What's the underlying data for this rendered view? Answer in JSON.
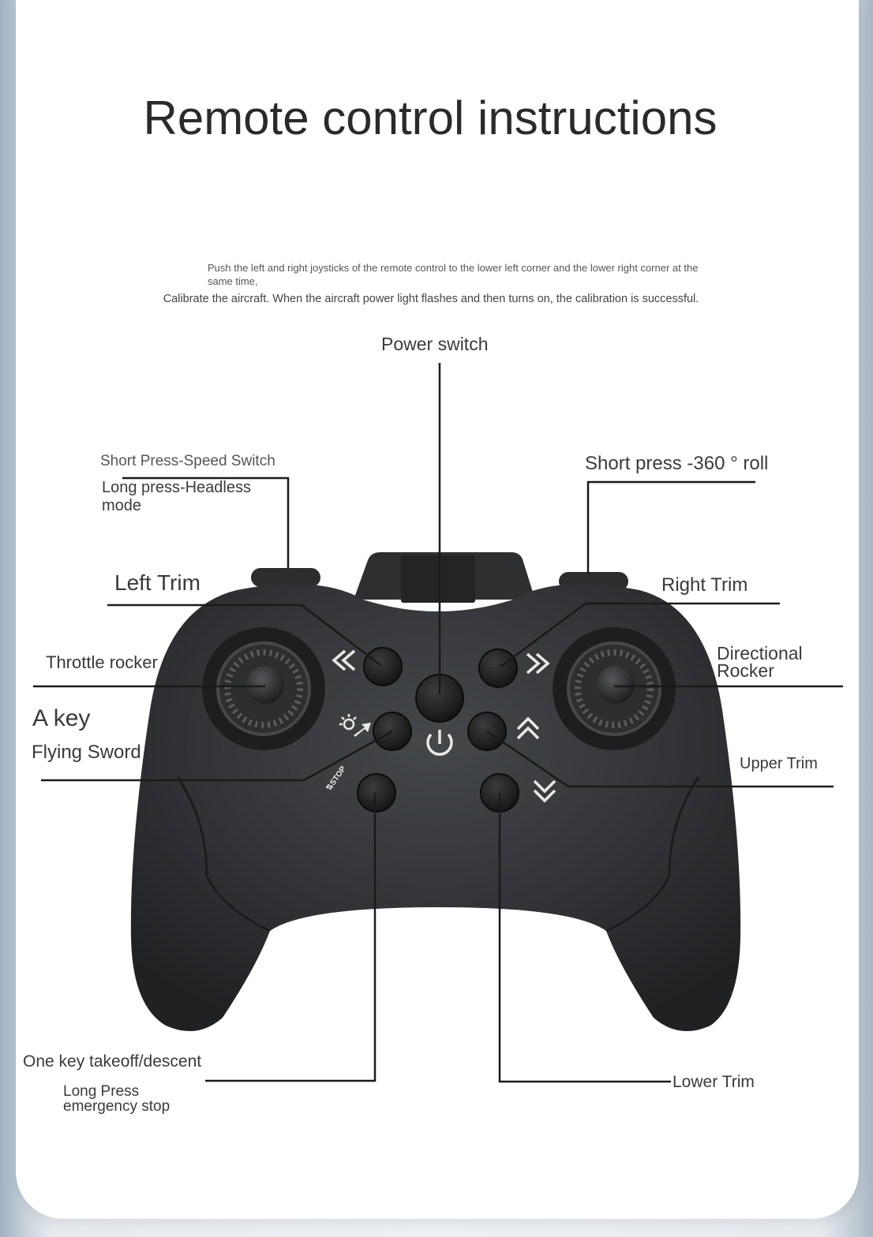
{
  "title": "Remote control instructions",
  "instructions": {
    "line1": "Push the left and right joysticks of the remote control to the lower left corner and the lower right corner at the same time,",
    "line2": "Calibrate the aircraft. When the aircraft power light flashes and then turns on, the calibration is successful."
  },
  "labels": {
    "power_switch": "Power switch",
    "speed_switch": "Short Press-Speed Switch",
    "headless_mode": "Long press-Headless\nmode",
    "roll_360": "Short press -360 ° roll",
    "left_trim": "Left Trim",
    "right_trim": "Right Trim",
    "throttle_rocker": "Throttle rocker",
    "directional_rocker": "Directional\nRocker",
    "a_key": "A key",
    "flying_sword": "Flying Sword",
    "upper_trim": "Upper Trim",
    "takeoff_descent": "One key takeoff/descent",
    "emergency_stop": "Long Press\nemergency stop",
    "lower_trim": "Lower Trim"
  },
  "colors": {
    "controller_body": "#2f3133",
    "button": "#1e1f20",
    "symbol": "#e8e8e8",
    "leader_line": "#1a1a1a"
  },
  "icons": {
    "left_trim": "double-chevron-left-icon",
    "right_trim": "double-chevron-right-icon",
    "upper_trim": "double-chevron-up-icon",
    "lower_trim": "double-chevron-down-icon",
    "power": "power-icon",
    "flying_sword": "flying-sword-icon",
    "stop": "stop-icon"
  }
}
